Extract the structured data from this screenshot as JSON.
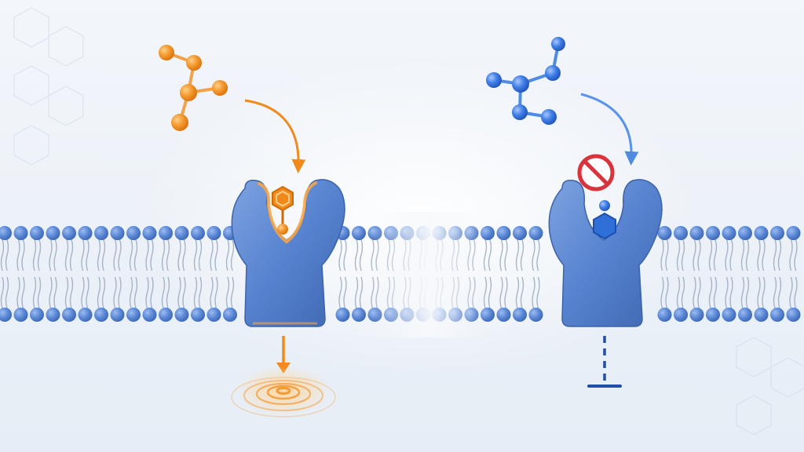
{
  "figure": {
    "colors": {
      "background_top": "#eef3f9",
      "background_bottom": "#e7eef7",
      "membrane_head": "#4f7fcf",
      "membrane_tail": "#8f9fb6",
      "receptor": "#4e78c2",
      "agonist": "#f08a1c",
      "antagonist": "#2f6fd8",
      "block_symbol": "#d9343b",
      "signal": "#f39a35"
    },
    "left_panel": {
      "ligand": "agonist-molecule",
      "bound_ligand": "hexagon-ligand",
      "receptor_state": "activated",
      "signal_output": "signal-waves"
    },
    "right_panel": {
      "ligand": "antagonist-molecule",
      "bound_ligand": "blocked-ligand",
      "receptor_state": "blocked",
      "block_icon": "prohibited-icon",
      "signal_output": "inhibition-bar"
    }
  }
}
